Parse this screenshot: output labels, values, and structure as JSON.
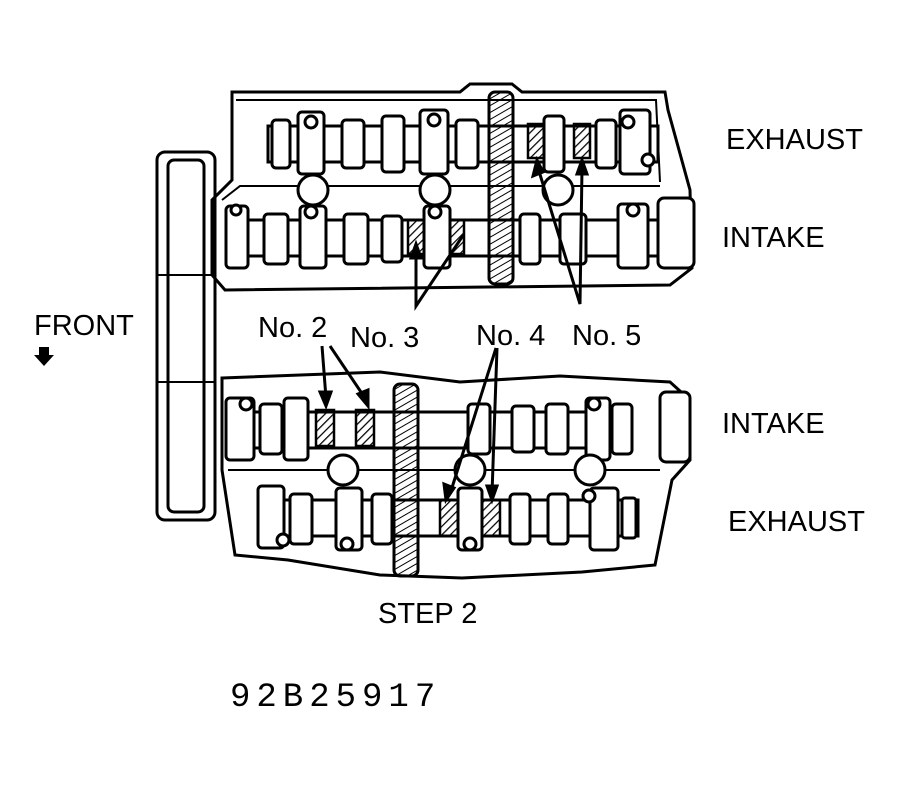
{
  "labels": {
    "front": "FRONT",
    "upper_exhaust": "EXHAUST",
    "upper_intake": "INTAKE",
    "lower_intake": "INTAKE",
    "lower_exhaust": "EXHAUST",
    "no2": "No. 2",
    "no3": "No. 3",
    "no4": "No. 4",
    "no5": "No. 5",
    "step": "STEP 2",
    "code": "92B25917"
  },
  "colors": {
    "ink": "#000000",
    "paper": "#ffffff"
  }
}
